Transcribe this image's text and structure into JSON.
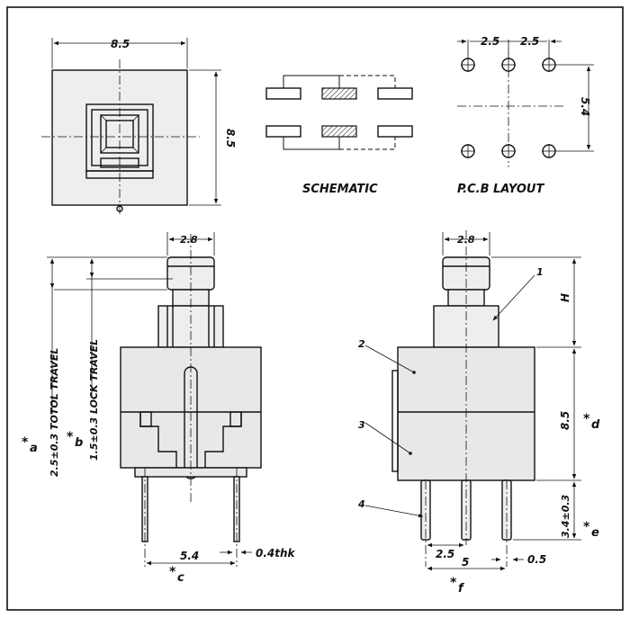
{
  "top_view": {
    "width_dim": "8.5",
    "height_dim": "8.5"
  },
  "schematic": {
    "caption": "SCHEMATIC"
  },
  "pcb_layout": {
    "caption": "P.C.B  LAYOUT",
    "pitch_1": "2.5",
    "pitch_2": "2.5",
    "row_spacing": "5.4"
  },
  "side_view_left": {
    "cap_width": "2.8",
    "total_travel": "2.5±0.3  TOTOL  TRAVEL",
    "lock_travel": "1.5±0.3  LOCK  TRAVEL",
    "ref_a": "a",
    "ref_b": "b",
    "pin_spacing": "5.4",
    "pin_thickness": "0.4thk",
    "ref_c": "c",
    "asterisk": "*"
  },
  "side_view_right": {
    "cap_width": "2.8",
    "height_label": "H",
    "body_height": "8.5",
    "pin_length": "3.4±0.3",
    "ref_d": "d",
    "ref_e": "e",
    "ref_f": "f",
    "pin_pitch": "2.5",
    "pin_span": "5",
    "pin_width": "0.5",
    "callouts": [
      "1",
      "2",
      "3",
      "4"
    ]
  },
  "colors": {
    "line": "#111111",
    "body_fill": "#e8e8e8",
    "background": "#ffffff"
  }
}
